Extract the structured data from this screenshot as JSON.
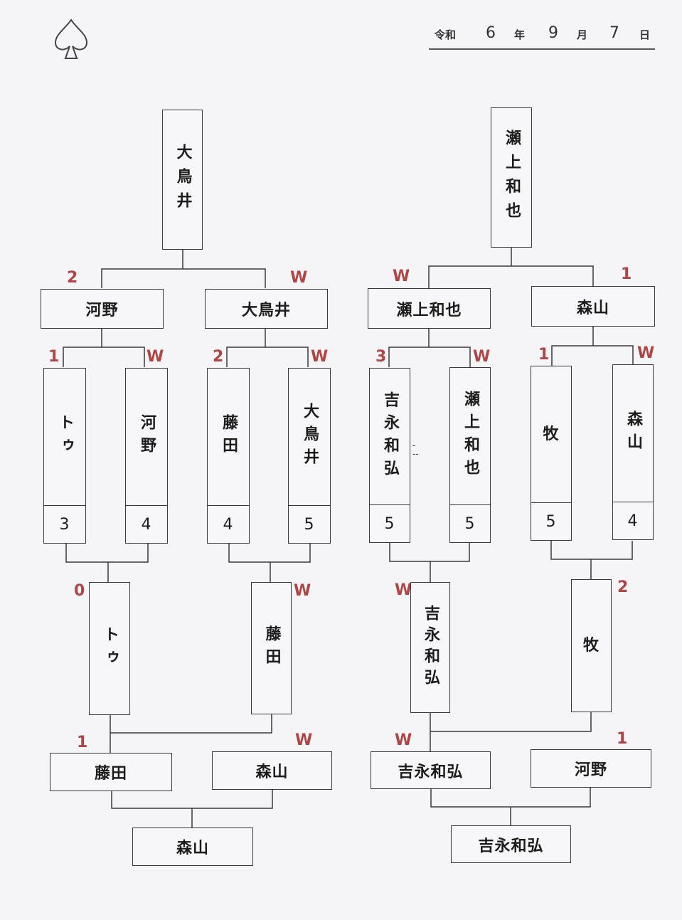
{
  "date": {
    "era": "令和",
    "year": "6",
    "year_unit": "年",
    "month": "9",
    "month_unit": "月",
    "day": "7",
    "day_unit": "日"
  },
  "logo": "spade-logo",
  "left_bracket": {
    "winner": "大鳥井",
    "semis": [
      {
        "name": "河野",
        "mark": "2"
      },
      {
        "name": "大鳥井",
        "mark": "W"
      }
    ],
    "first_round": [
      {
        "name": "トゥ",
        "score": "3",
        "mark": "1"
      },
      {
        "name": "河野",
        "score": "4",
        "mark": "W"
      },
      {
        "name": "藤田",
        "score": "4",
        "mark": "2"
      },
      {
        "name": "大鳥井",
        "score": "5",
        "mark": "W"
      }
    ],
    "consolation": [
      {
        "name": "トゥ",
        "mark": "0"
      },
      {
        "name": "藤田",
        "mark": "W"
      }
    ],
    "placement": [
      {
        "name": "藤田",
        "mark": "1"
      },
      {
        "name": "森山",
        "mark": "W"
      }
    ],
    "placement_winner": "森山"
  },
  "right_bracket": {
    "winner": "瀬上和也",
    "semis": [
      {
        "name": "瀬上和也",
        "mark": "W"
      },
      {
        "name": "森山",
        "mark": "1"
      }
    ],
    "first_round": [
      {
        "name": "吉永和弘",
        "score": "5",
        "mark": "3"
      },
      {
        "name": "瀬上和也",
        "score": "5",
        "mark": "W"
      },
      {
        "name": "牧",
        "score": "5",
        "mark": "1"
      },
      {
        "name": "森山",
        "score": "4",
        "mark": "W"
      }
    ],
    "consolation": [
      {
        "name": "吉永和弘",
        "mark": "W"
      },
      {
        "name": "牧",
        "mark": "2"
      }
    ],
    "placement": [
      {
        "name": "吉永和弘",
        "mark": "W"
      },
      {
        "name": "河野",
        "mark": "1"
      }
    ],
    "placement_winner": "吉永和弘"
  },
  "stray_mark": "-\n--"
}
